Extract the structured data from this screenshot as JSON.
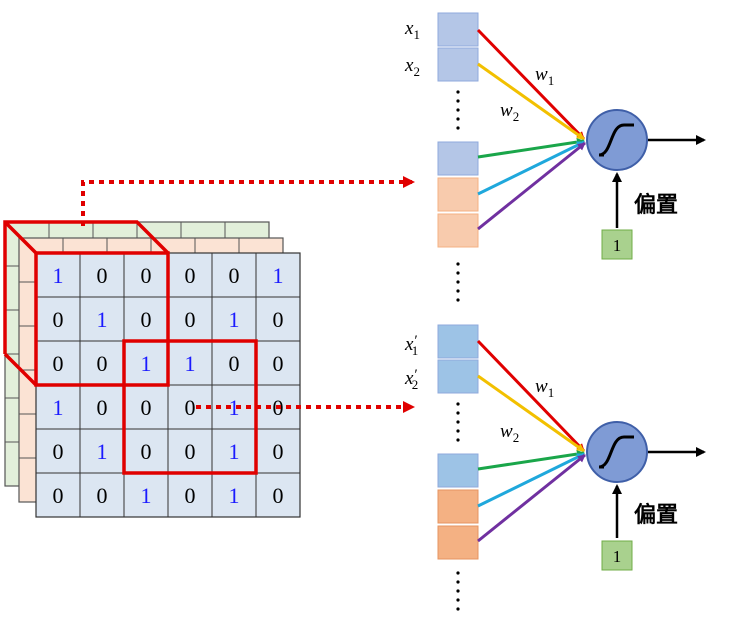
{
  "grid": {
    "rows": [
      [
        1,
        0,
        0,
        0,
        0,
        1
      ],
      [
        0,
        1,
        0,
        0,
        1,
        0
      ],
      [
        0,
        0,
        1,
        1,
        0,
        0
      ],
      [
        1,
        0,
        0,
        0,
        1,
        0
      ],
      [
        0,
        1,
        0,
        0,
        1,
        0
      ],
      [
        0,
        0,
        1,
        0,
        1,
        0
      ]
    ],
    "one_color": "#1a1aff",
    "zero_color": "#000000",
    "front_fill": "#dce6f2",
    "middle_fill": "#fbe3d4",
    "back_fill": "#e2efda",
    "highlight_color": "#e00000"
  },
  "neurons": [
    {
      "input_labels": [
        {
          "base": "x",
          "prime": "",
          "sub": "1"
        },
        {
          "base": "x",
          "prime": "",
          "sub": "2"
        }
      ],
      "weight_labels": [
        {
          "base": "w",
          "sub": "1"
        },
        {
          "base": "w",
          "sub": "2"
        }
      ],
      "bias_label": "偏置",
      "bias_value": "1"
    },
    {
      "input_labels": [
        {
          "base": "x",
          "prime": "′",
          "sub": "1"
        },
        {
          "base": "x",
          "prime": "′",
          "sub": "2"
        }
      ],
      "weight_labels": [
        {
          "base": "w",
          "sub": "1"
        },
        {
          "base": "w",
          "sub": "2"
        }
      ],
      "bias_label": "偏置",
      "bias_value": "1"
    }
  ],
  "colors": {
    "input_blue_top": "#b4c6e7",
    "input_blue_bottom": "#9dc3e6",
    "input_orange_top": "#f8cbad",
    "input_orange_bottom": "#f4b183",
    "bias_box": "#a9d18e",
    "neuron_fill": "#7f9bd5",
    "line_red": "#e00000",
    "line_yellow": "#f2c000",
    "line_green": "#1aa64a",
    "line_cyan": "#1fa8dc",
    "line_purple": "#7030a0",
    "dotted_arrow": "#e00000"
  }
}
